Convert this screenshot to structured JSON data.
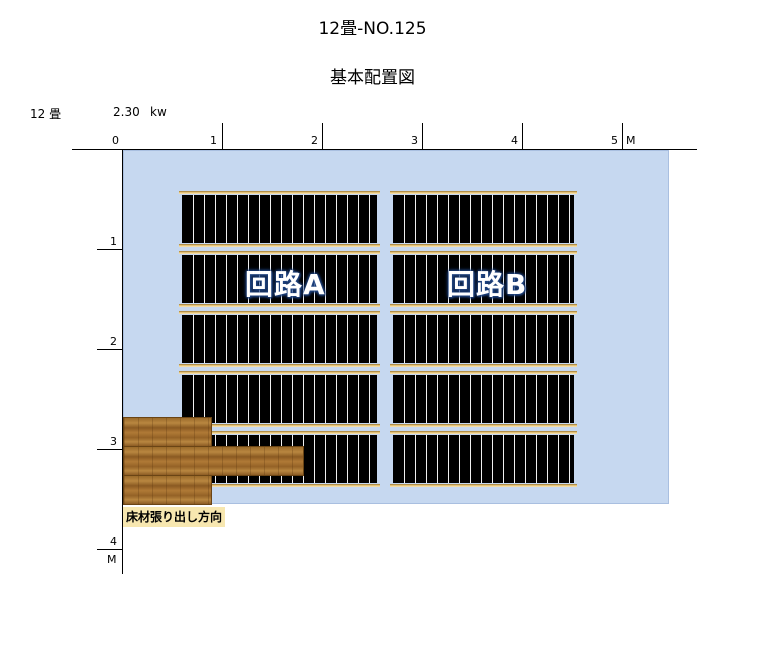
{
  "title": "12畳-NO.125",
  "subtitle": "基本配置図",
  "room_size": "12 畳",
  "power": "2.30",
  "power_unit": "kw",
  "x_axis": {
    "ticks": [
      "0",
      "1",
      "2",
      "3",
      "4",
      "5"
    ],
    "unit": "M"
  },
  "y_axis": {
    "ticks": [
      "1",
      "2",
      "3",
      "4"
    ],
    "unit": "M"
  },
  "circuits": [
    {
      "label": "回路A"
    },
    {
      "label": "回路B"
    }
  ],
  "floor_direction_label": "床材張り出し方向",
  "colors": {
    "room_fill": "#c6d8f0",
    "heater_strip": "#000000",
    "rail": "#e2c27a",
    "circuit_label_glow": "#1d3f7a",
    "wood": "#a8743a"
  }
}
